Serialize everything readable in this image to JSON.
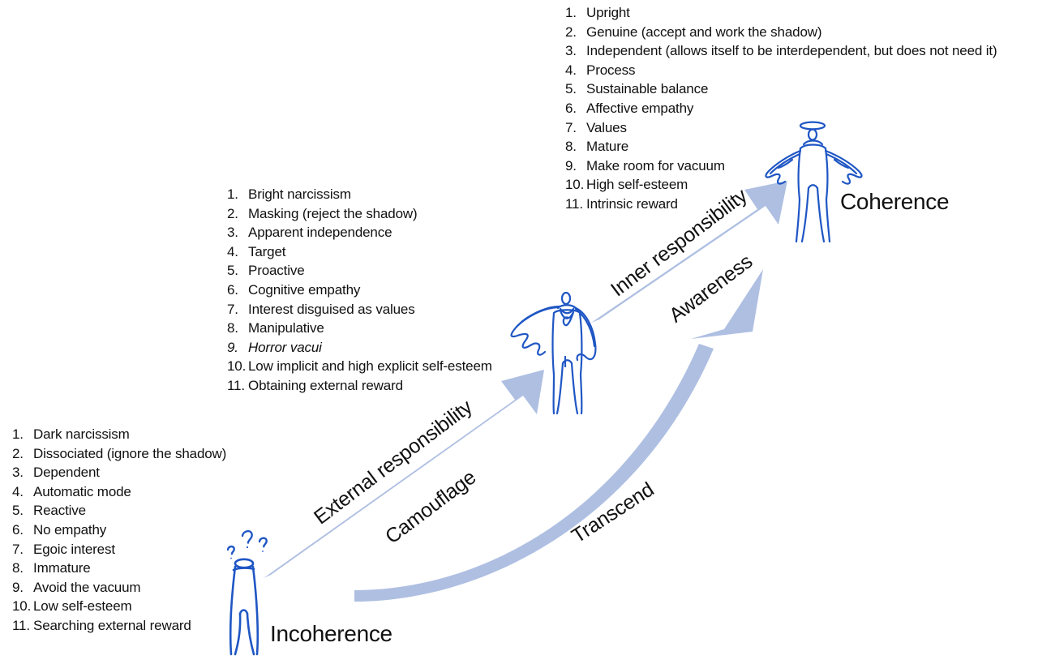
{
  "diagram": {
    "title": "Incoherence to Coherence developmental pathway",
    "colors": {
      "arrow": "#aebfe2",
      "figure_stroke": "#1f56c4",
      "text": "#111111",
      "background": "#ffffff"
    }
  },
  "states": [
    {
      "id": "incoherence",
      "label": "Incoherence",
      "figure": "stick-figure-confused-with-question-marks"
    },
    {
      "id": "camouflage",
      "label": "",
      "figure": "caped-superhero-figure"
    },
    {
      "id": "coherence",
      "label": "Coherence",
      "figure": "winged-figure-with-halo"
    }
  ],
  "arrows": [
    {
      "id": "arrow-1",
      "label_upper": "External responsibility",
      "label_lower": "Camouflage",
      "from": "incoherence",
      "to": "camouflage"
    },
    {
      "id": "arrow-2",
      "label_upper": "Inner responsibility",
      "label_lower": "Awareness",
      "from": "camouflage",
      "to": "coherence"
    },
    {
      "id": "arrow-3",
      "label_upper": "Transcend",
      "label_lower": "",
      "from": "incoherence",
      "to": "coherence"
    }
  ],
  "lists": {
    "bottom": {
      "attached_to": "incoherence",
      "items": [
        {
          "n": "1.",
          "text": "Dark narcissism",
          "italic": false
        },
        {
          "n": "2.",
          "text": "Dissociated (ignore the shadow)",
          "italic": false
        },
        {
          "n": "3.",
          "text": "Dependent",
          "italic": false
        },
        {
          "n": "4.",
          "text": "Automatic mode",
          "italic": false
        },
        {
          "n": "5.",
          "text": "Reactive",
          "italic": false
        },
        {
          "n": "6.",
          "text": "No empathy",
          "italic": false
        },
        {
          "n": "7.",
          "text": "Egoic interest",
          "italic": false
        },
        {
          "n": "8.",
          "text": "Immature",
          "italic": false
        },
        {
          "n": "9.",
          "text": "Avoid the vacuum",
          "italic": false
        },
        {
          "n": "10.",
          "text": "Low self-esteem",
          "italic": false
        },
        {
          "n": "11.",
          "text": "Searching external reward",
          "italic": false
        }
      ]
    },
    "middle": {
      "attached_to": "camouflage",
      "items": [
        {
          "n": "1.",
          "text": "Bright narcissism",
          "italic": false
        },
        {
          "n": "2.",
          "text": "Masking (reject the shadow)",
          "italic": false
        },
        {
          "n": "3.",
          "text": "Apparent independence",
          "italic": false
        },
        {
          "n": "4.",
          "text": "Target",
          "italic": false
        },
        {
          "n": "5.",
          "text": "Proactive",
          "italic": false
        },
        {
          "n": "6.",
          "text": "Cognitive empathy",
          "italic": false
        },
        {
          "n": "7.",
          "text": "Interest disguised as values",
          "italic": false
        },
        {
          "n": "8.",
          "text": "Manipulative",
          "italic": false
        },
        {
          "n": "9.",
          "text": "Horror vacui",
          "italic": true
        },
        {
          "n": "10.",
          "text": "Low implicit and high explicit self-esteem",
          "italic": false
        },
        {
          "n": "11.",
          "text": "Obtaining external reward",
          "italic": false
        }
      ]
    },
    "top": {
      "attached_to": "coherence",
      "items": [
        {
          "n": "1.",
          "text": "Upright",
          "italic": false
        },
        {
          "n": "2.",
          "text": "Genuine (accept and work the shadow)",
          "italic": false
        },
        {
          "n": "3.",
          "text": "Independent (allows itself to be interdependent, but does not need it)",
          "italic": false
        },
        {
          "n": "4.",
          "text": "Process",
          "italic": false
        },
        {
          "n": "5.",
          "text": "Sustainable balance",
          "italic": false
        },
        {
          "n": "6.",
          "text": "Affective empathy",
          "italic": false
        },
        {
          "n": "7.",
          "text": "Values",
          "italic": false
        },
        {
          "n": "8.",
          "text": "Mature",
          "italic": false
        },
        {
          "n": "9.",
          "text": "Make room for vacuum",
          "italic": false
        },
        {
          "n": "10.",
          "text": "High self-esteem",
          "italic": false
        },
        {
          "n": "11.",
          "text": "Intrinsic reward",
          "italic": false
        }
      ]
    }
  }
}
